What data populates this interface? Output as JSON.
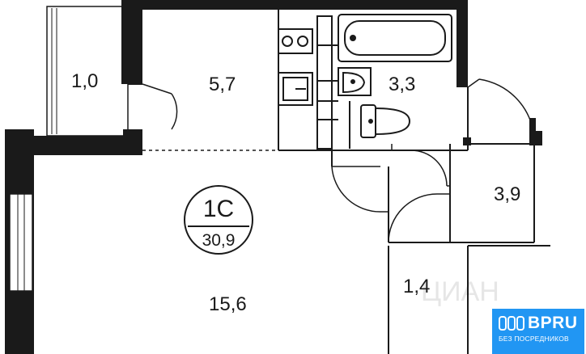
{
  "rooms": {
    "balcony": "1,0",
    "kitchen": "5,7",
    "bathroom": "3,3",
    "storage": "3,9",
    "living": "15,6",
    "closet": "1,4"
  },
  "badge": {
    "type": "1С",
    "area": "30,9"
  },
  "watermark": "ЦИАН",
  "logo": {
    "brand": "BPRU",
    "subtitle": "БЕЗ ПОСРЕДНИКОВ"
  },
  "colors": {
    "wall": "#1a1a1a",
    "logo_bg": "#2196f3"
  }
}
